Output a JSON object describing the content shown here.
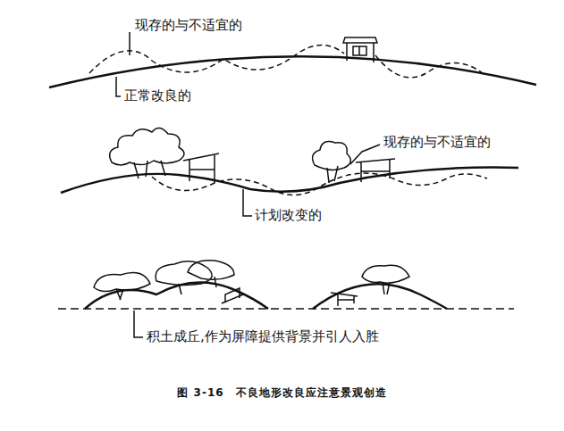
{
  "diagram": {
    "caption": "图 3-16　不良地形改良应注意景观创造",
    "labels": [
      "现存的与不适宜的",
      "正常改良的",
      "现存的与不适宜的",
      "计划改变的",
      "积土成丘,作为屏障提供背景并引人入胜"
    ]
  }
}
